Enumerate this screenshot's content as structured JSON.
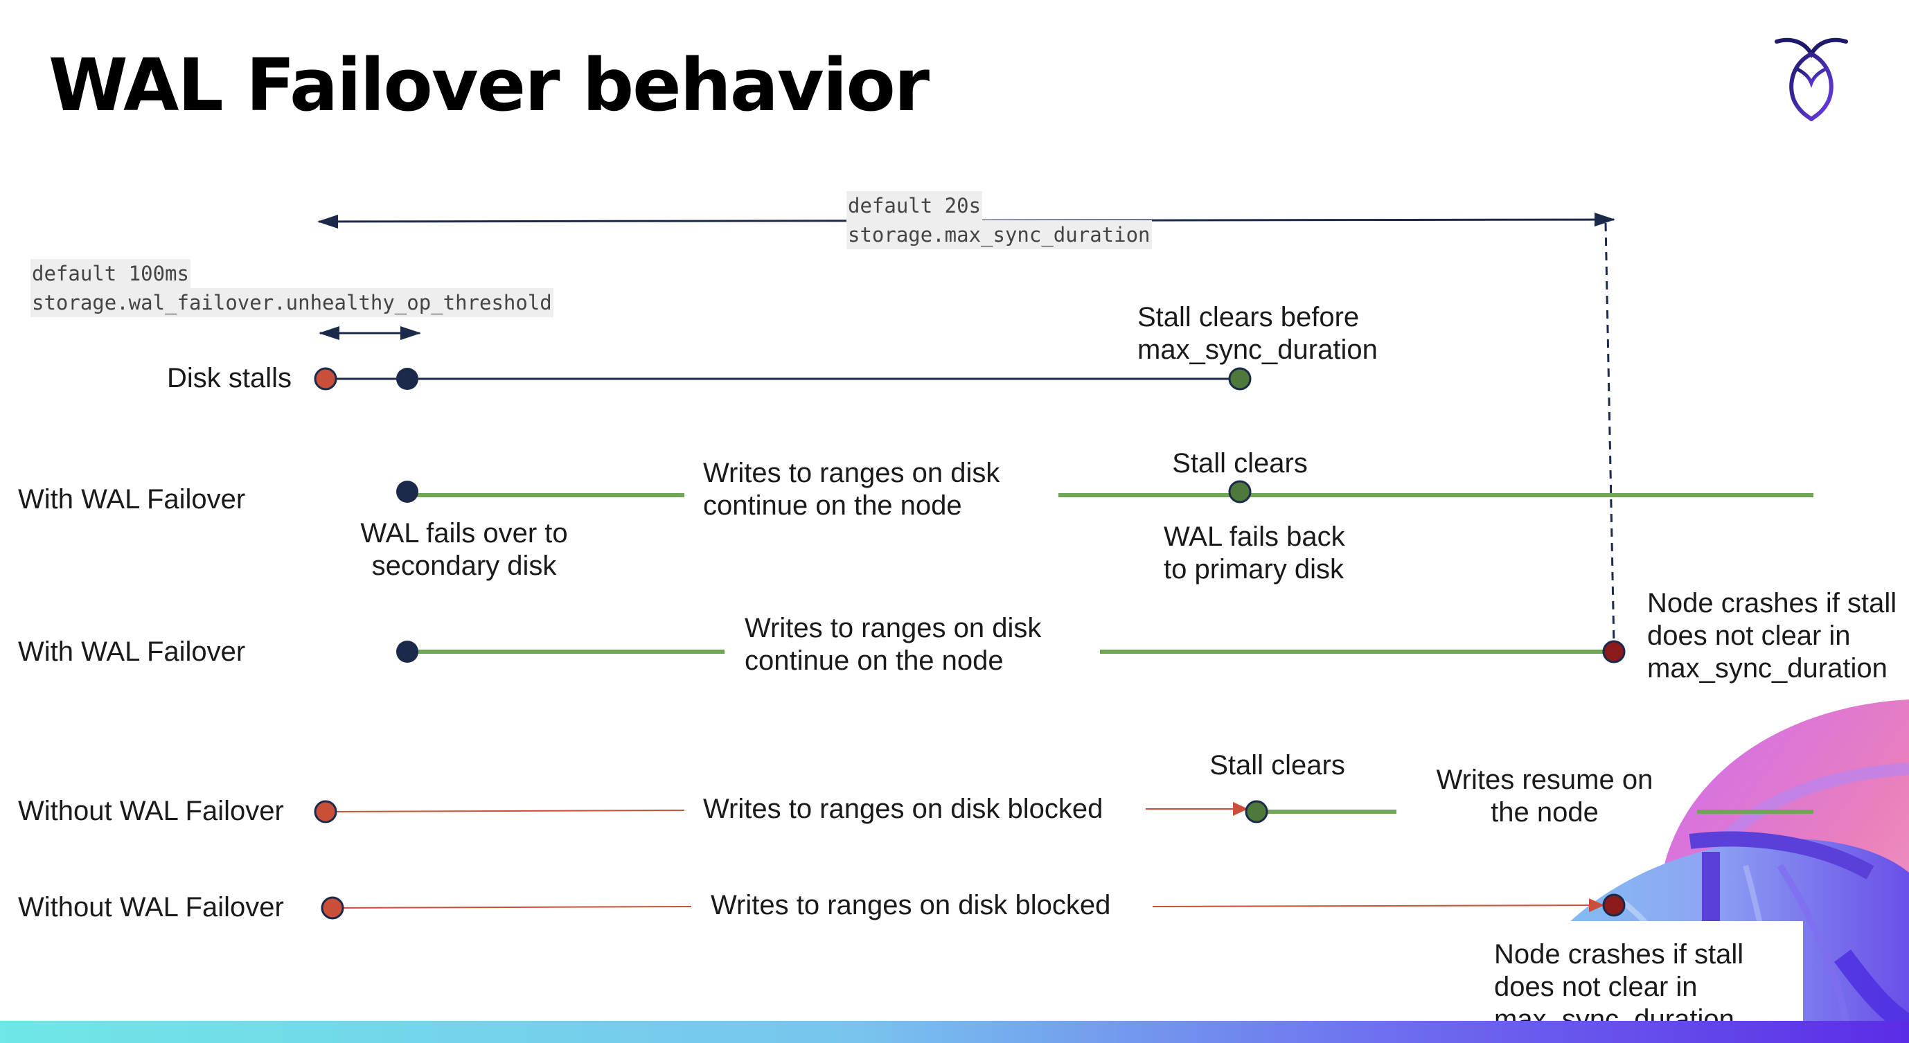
{
  "slide": {
    "title": "WAL Failover behavior"
  },
  "params": {
    "max_sync": {
      "default": "default 20s",
      "name": "storage.max_sync_duration"
    },
    "threshold": {
      "default": "default 100ms",
      "name": "storage.wal_failover.unhealthy_op_threshold"
    }
  },
  "rows": {
    "disk_stalls": {
      "label": "Disk stalls",
      "note_line1": "Stall clears before",
      "note_line2": "max_sync_duration"
    },
    "with_failover_1": {
      "label": "With WAL Failover",
      "fails_over_line1": "WAL fails over to",
      "fails_over_line2": "secondary disk",
      "writes_line1": "Writes to ranges on disk",
      "writes_line2": "continue on the node",
      "stall_clears": "Stall clears",
      "fails_back_line1": "WAL fails  back",
      "fails_back_line2": "to primary disk"
    },
    "with_failover_2": {
      "label": "With WAL Failover",
      "writes_line1": "Writes to ranges on disk",
      "writes_line2": "continue on the node",
      "crash_line1": "Node crashes if stall",
      "crash_line2": "does not clear in",
      "crash_line3": "max_sync_duration"
    },
    "without_failover_1": {
      "label": "Without WAL Failover",
      "blocked": "Writes to ranges on disk  blocked",
      "stall_clears": "Stall clears",
      "resume_line1": "Writes resume on",
      "resume_line2": "the node"
    },
    "without_failover_2": {
      "label": "Without WAL Failover",
      "blocked": "Writes to ranges on disk  blocked",
      "crash_line1": "Node crashes if stall",
      "crash_line2": "does not clear in",
      "crash_line3": "max_sync_duration"
    }
  },
  "colors": {
    "navy": "#1b2a4a",
    "green_line": "#6ea655",
    "green_dot": "#4d7a3a",
    "red_dot": "#c94f3a",
    "dark_red_dot": "#8b1a1a",
    "red_line": "#c94f3a"
  },
  "logo_icon": "cockroach-labs-logo"
}
